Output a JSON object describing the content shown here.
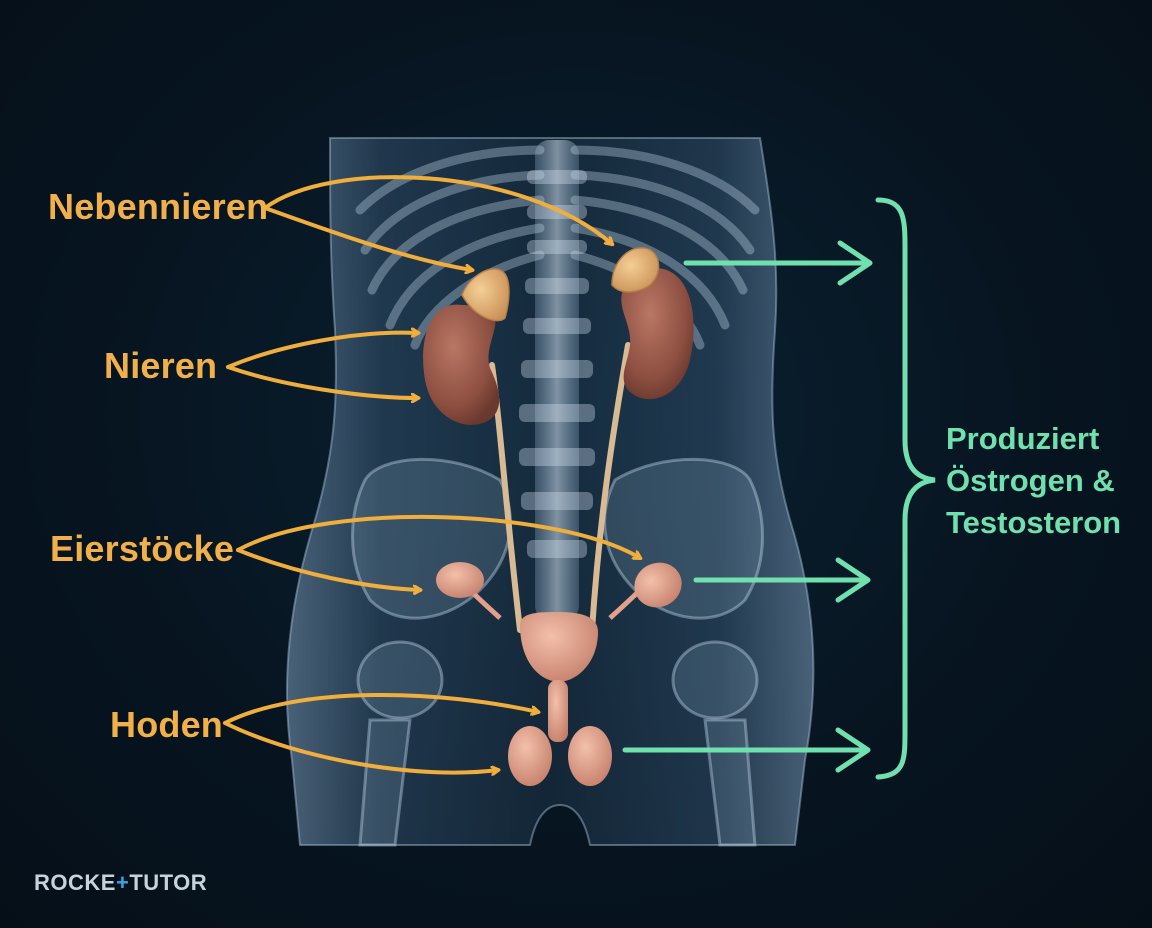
{
  "labels": {
    "adrenal": "Nebennieren",
    "kidneys": "Nieren",
    "ovaries": "Eierstöcke",
    "testes": "Hoden"
  },
  "hormone_text": {
    "line1": "Produziert",
    "line2": "Östrogen &",
    "line3": "Testosteron"
  },
  "logo": {
    "part1": "ROCKE",
    "plus": "+",
    "part2": "TUTOR"
  },
  "colors": {
    "background": "#071521",
    "label": "#f1b04a",
    "pointer_arrow": "#f0ae3c",
    "output_arrow": "#6fe0ae",
    "organ_kidney": "#9a5848",
    "organ_adrenal": "#e8b57a",
    "organ_reproductive": "#e3a08a"
  }
}
